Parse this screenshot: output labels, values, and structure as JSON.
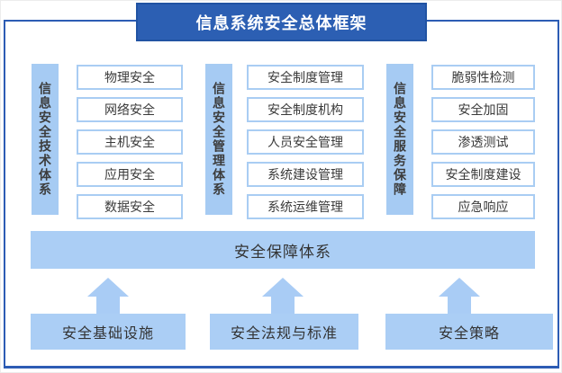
{
  "title": "信息系统安全总体框架",
  "colors": {
    "primary_blue": "#2c5fb3",
    "frame_border": "#2d5cb4",
    "column_header_fill": "#a6cbf3",
    "item_box_border": "#a9cdf3",
    "light_blue_fill": "#abcef5",
    "arrow_fill": "#a9ccf5",
    "title_text": "#ffffff",
    "body_text": "#3a3a3a"
  },
  "columns": [
    {
      "label": "信息安全技术体系",
      "items": [
        "物理安全",
        "网络安全",
        "主机安全",
        "应用安全",
        "数据安全"
      ]
    },
    {
      "label": "信息安全管理体系",
      "items": [
        "安全制度管理",
        "安全制度机构",
        "人员安全管理",
        "系统建设管理",
        "系统运维管理"
      ]
    },
    {
      "label": "信息安全服务保障",
      "items": [
        "脆弱性检测",
        "安全加固",
        "渗透测试",
        "安全制度建设",
        "应急响应"
      ]
    }
  ],
  "assurance_bar": "安全保障体系",
  "foundations": [
    "安全基础设施",
    "安全法规与标准",
    "安全策略"
  ]
}
